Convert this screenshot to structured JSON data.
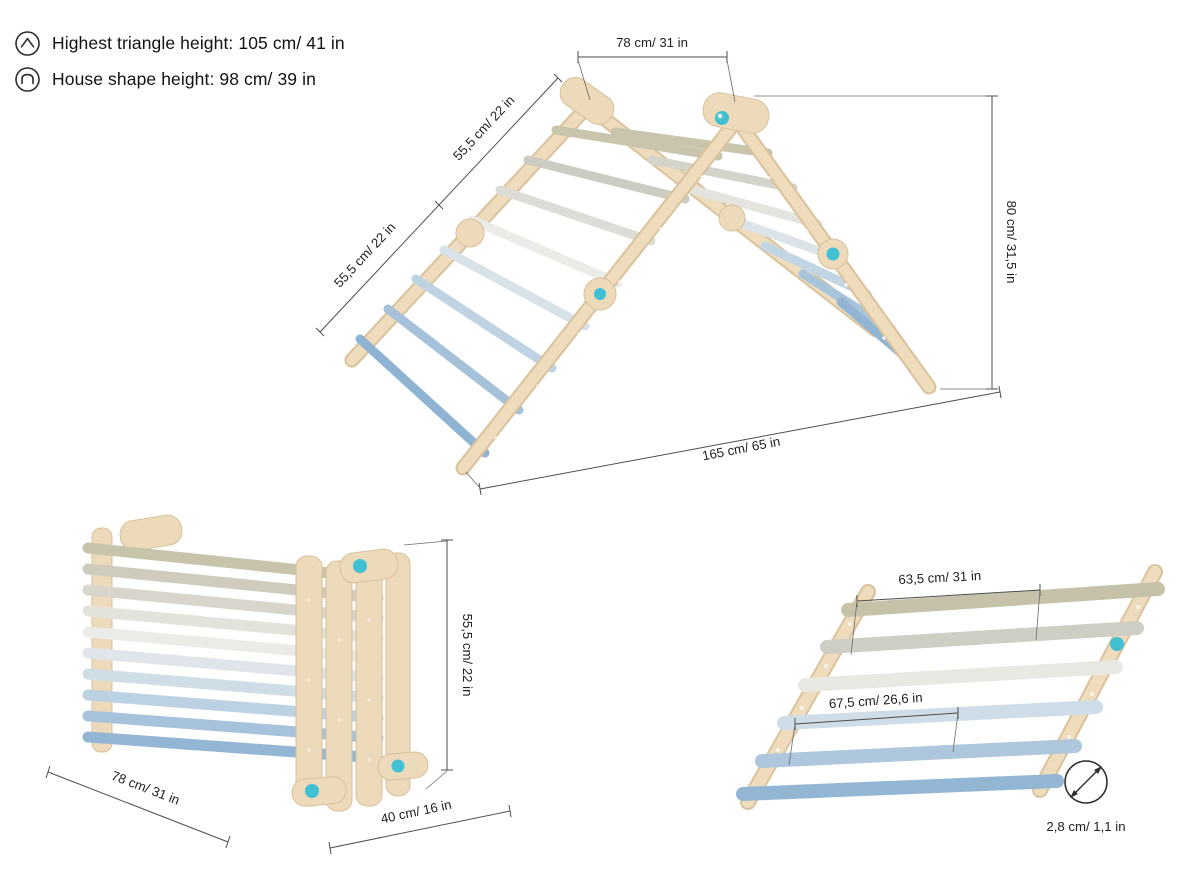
{
  "legend": {
    "items": [
      {
        "icon": "triangle",
        "label": "Highest triangle height: 105 cm/ 41 in"
      },
      {
        "icon": "house",
        "label": "House shape height: 98 cm/ 39 in"
      }
    ]
  },
  "assembled": {
    "dim_top_width": "78 cm/ 31 in",
    "dim_ladder_upper": "55,5 cm/ 22 in",
    "dim_ladder_lower": "55,5 cm/ 22 in",
    "dim_height": "80 cm/ 31,5 in",
    "dim_base": "165 cm/ 65 in"
  },
  "folded": {
    "dim_height": "55,5 cm/ 22 in",
    "dim_width": "78 cm/ 31 in",
    "dim_depth": "40 cm/ 16 in"
  },
  "closeup": {
    "dim_span_outer": "63,5 cm/ 31 in",
    "dim_span_inner": "67,5 cm/ 26,6 in",
    "dim_rung_diameter": "2,8 cm/ 1,1 in"
  },
  "colors": {
    "wood": "#eedcbd",
    "wood_edge": "#d9c29c",
    "accent_knob": "#3fc0d3",
    "dimension_line": "#4d4d4d",
    "text": "#1e1e1e",
    "rung_palette_main": [
      "#c9c5ad",
      "#cdccc2",
      "#dddcd6",
      "#ebebe7",
      "#d8e2e9",
      "#bfd3e3",
      "#a5c2da",
      "#8fb3d3"
    ],
    "rung_palette_folded": [
      "#c8c4ac",
      "#cfccbd",
      "#d8d6cc",
      "#e3e2db",
      "#ebebe7",
      "#dfe5ea",
      "#cfdde7",
      "#bcd1e2",
      "#a7c3db",
      "#93b6d4"
    ],
    "rung_palette_closeup": [
      "#c6c2aa",
      "#cfcec4",
      "#e9e9e4",
      "#cfdde8",
      "#aec7dd",
      "#93b6d4"
    ]
  }
}
